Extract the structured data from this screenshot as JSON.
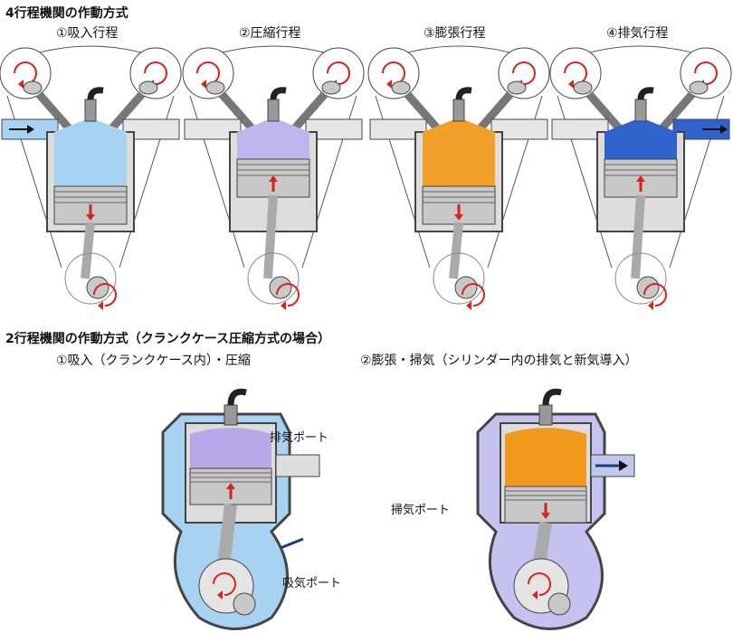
{
  "four_stroke": {
    "title": "4行程機関の作動方式",
    "stages": [
      {
        "label": "①吸入行程",
        "gas_color": "#a8d2f2",
        "piston": "down",
        "intake_open": true,
        "exhaust_open": false
      },
      {
        "label": "②圧縮行程",
        "gas_color": "#bfb6ee",
        "piston": "up",
        "intake_open": false,
        "exhaust_open": false
      },
      {
        "label": "③膨張行程",
        "gas_color": "#f2a028",
        "piston": "down",
        "intake_open": false,
        "exhaust_open": false
      },
      {
        "label": "④排気行程",
        "gas_color": "#2f62cc",
        "piston": "up",
        "intake_open": false,
        "exhaust_open": true
      }
    ]
  },
  "two_stroke": {
    "title": "2行程機関の作動方式（クランクケース圧縮方式の場合）",
    "stages": [
      {
        "label": "①吸入（クランクケース内）・圧縮",
        "gas_color": "#b7a8e8",
        "case_color": "#a8d2f2",
        "piston": "up"
      },
      {
        "label": "②膨張・掃気（シリンダー内の排気と新気導入）",
        "gas_color": "#f29a1e",
        "case_color": "#c6c2f0",
        "piston": "down"
      }
    ],
    "ports": {
      "exhaust": "排気ポート",
      "intake": "吸気ポート",
      "scavenge": "掃気ポート"
    }
  },
  "colors": {
    "arrow_red": "#d8221c",
    "metal": "#c8c8c8",
    "outline": "#333333"
  }
}
